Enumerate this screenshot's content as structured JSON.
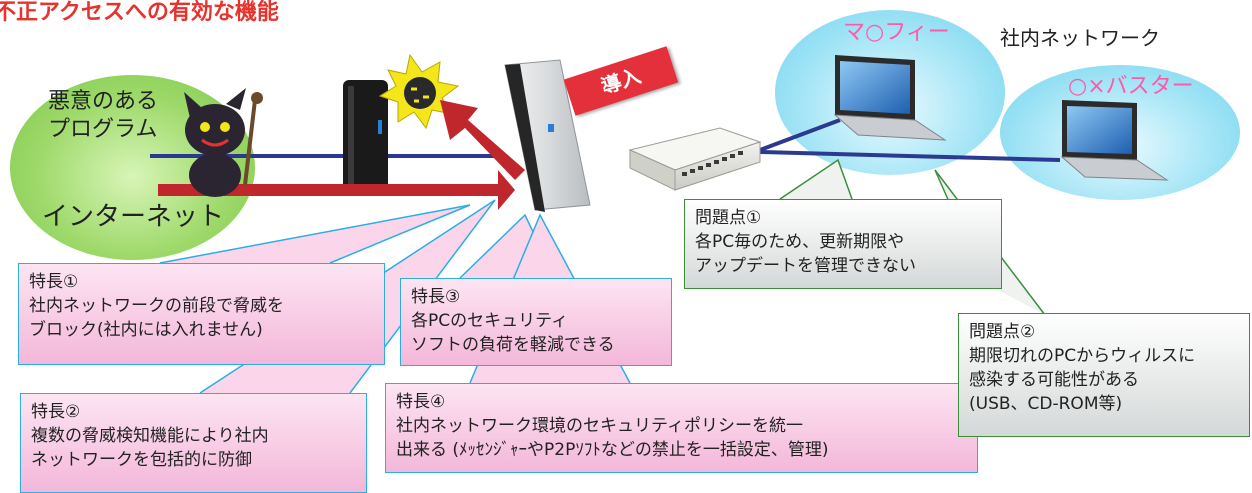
{
  "title": "不正アクセスへの有効な機能",
  "network_label": "社内ネットワーク",
  "cloud_left": {
    "line1": "悪意のある",
    "line2": "プログラム",
    "bottom": "インターネット"
  },
  "pc_top": {
    "label": "マ○フィー"
  },
  "pc_right": {
    "label": "○×バスター"
  },
  "badge": "導入",
  "features": [
    {
      "title": "特長①",
      "lines": [
        "社内ネットワークの前段で脅威を",
        "ブロック(社内には入れません)"
      ]
    },
    {
      "title": "特長②",
      "lines": [
        "複数の脅威検知機能により社内",
        "ネットワークを包括的に防御"
      ]
    },
    {
      "title": "特長③",
      "lines": [
        "各PCのセキュリティ",
        "ソフトの負荷を軽減できる"
      ]
    },
    {
      "title": "特長④",
      "lines": [
        "社内ネットワーク環境のセキュリティポリシーを統一",
        "出来る (ﾒｯｾﾝｼﾞｬｰやP2Pｿﾌﾄなどの禁止を一括設定、管理)"
      ]
    }
  ],
  "problems": [
    {
      "title": "問題点①",
      "lines": [
        "各PC毎のため、更新期限や",
        "アップデートを管理できない"
      ]
    },
    {
      "title": "問題点②",
      "lines": [
        "期限切れのPCからウィルスに",
        "感染する可能性がある",
        "(USB、CD-ROM等)"
      ]
    }
  ],
  "colors": {
    "title": "#e8322d",
    "pc_label": "#ff5aa8",
    "callout_pink_border": "#2aaee3",
    "callout_gray_border": "#3a8f3a",
    "network_line": "#2b3990",
    "attack_arrow": "#c0272d"
  }
}
